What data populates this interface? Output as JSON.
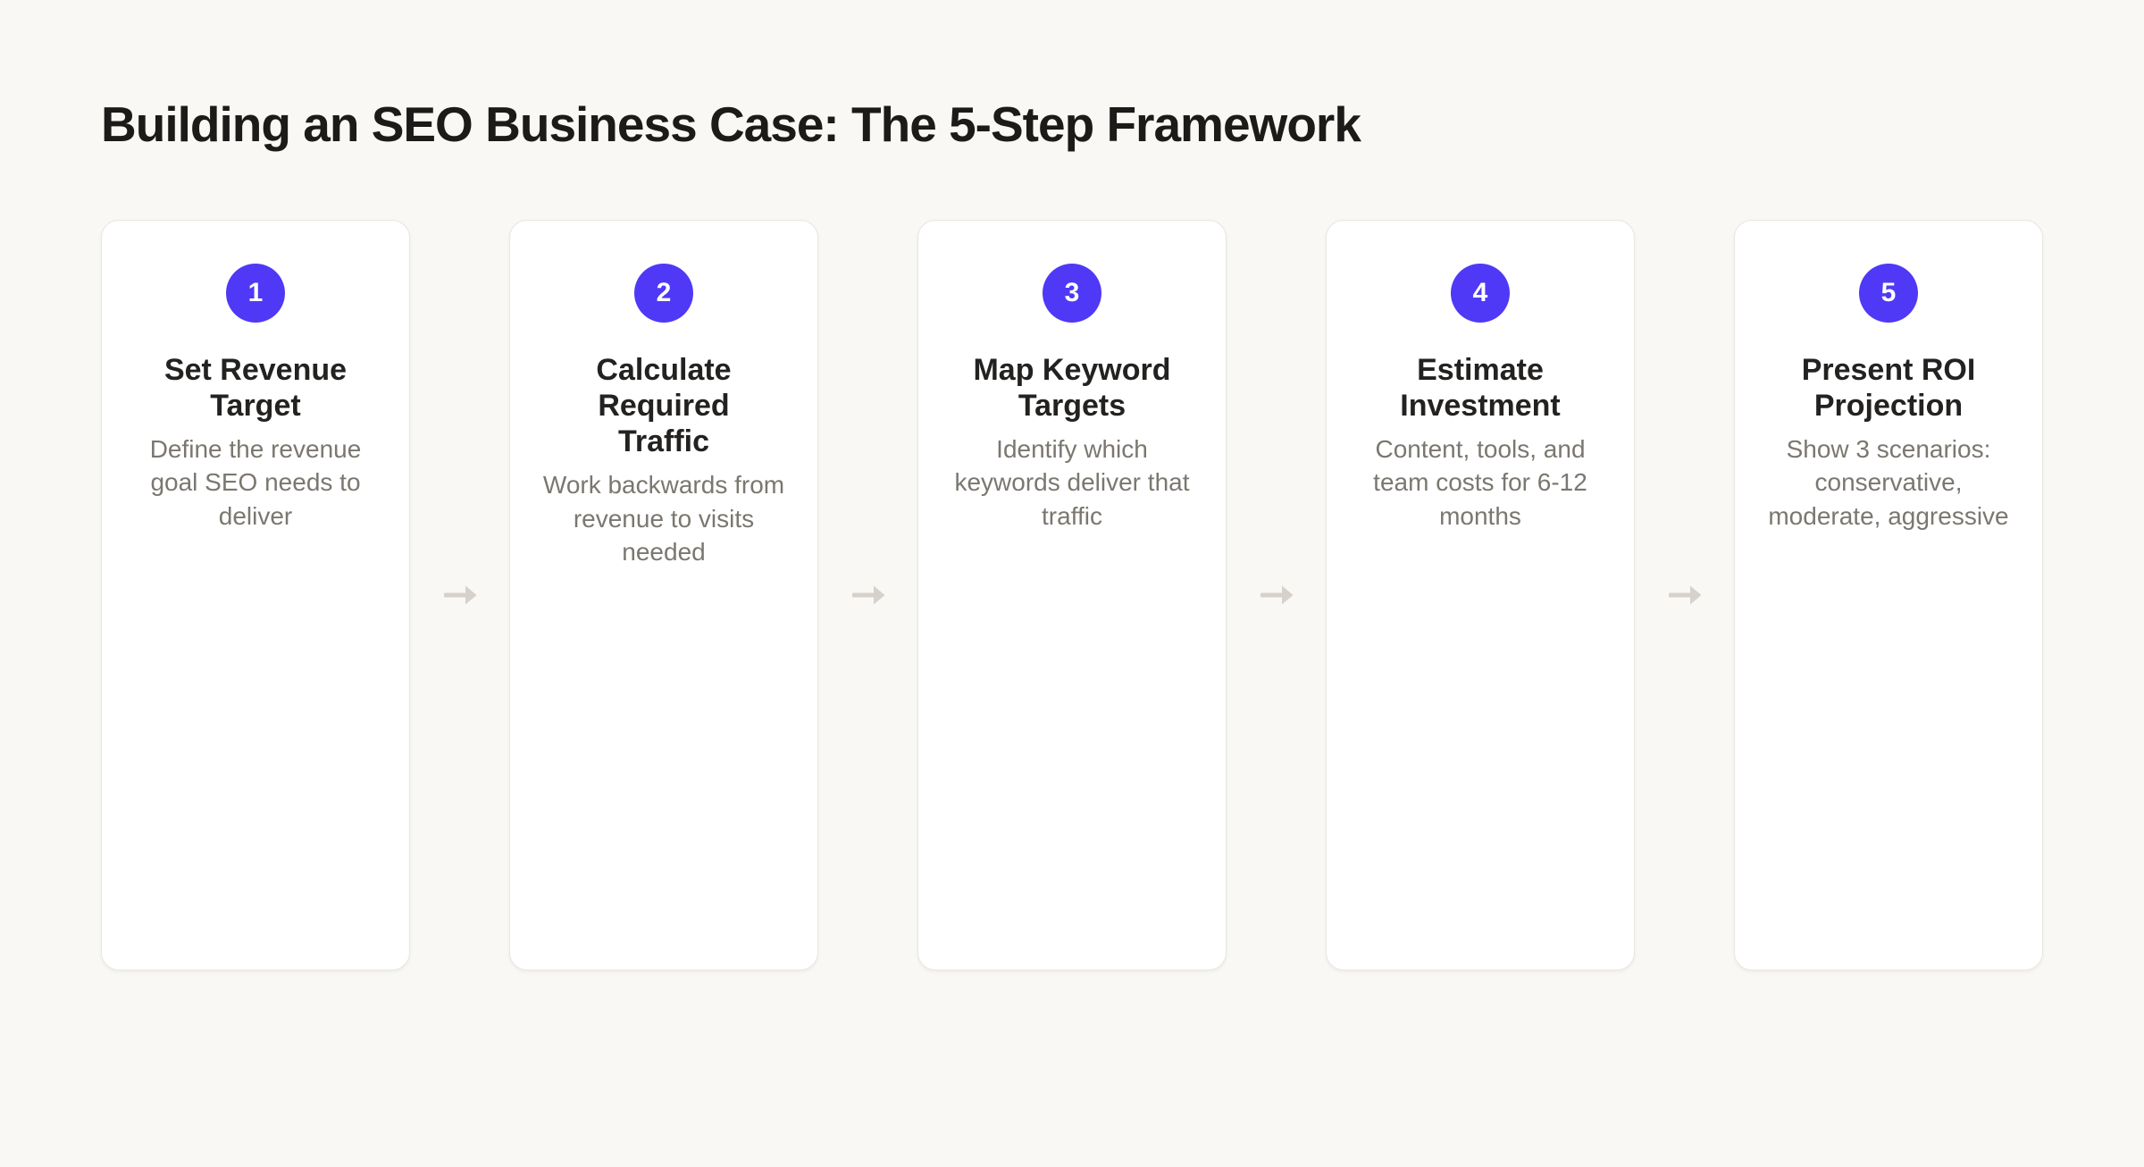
{
  "page": {
    "title": "Building an SEO Business Case: The 5-Step Framework"
  },
  "colors": {
    "background": "#f9f8f4",
    "card_background": "#ffffff",
    "card_border": "#e9e6e1",
    "accent": "#4f39f6",
    "badge_text": "#ffffff",
    "heading_text": "#1c1b19",
    "step_title_text": "#232220",
    "description_text": "#7b7770",
    "arrow": "#d6d2cb"
  },
  "icons": {
    "arrow": "right-arrow"
  },
  "steps": [
    {
      "number": "1",
      "title": "Set Revenue Target",
      "description": "Define the revenue goal SEO needs to deliver"
    },
    {
      "number": "2",
      "title": "Calculate Required Traffic",
      "description": "Work backwards from revenue to visits needed"
    },
    {
      "number": "3",
      "title": "Map Keyword Targets",
      "description": "Identify which keywords deliver that traffic"
    },
    {
      "number": "4",
      "title": "Estimate Investment",
      "description": "Content, tools, and team costs for 6-12 months"
    },
    {
      "number": "5",
      "title": "Present ROI Projection",
      "description": "Show 3 scenarios: conservative, moderate, aggressive"
    }
  ]
}
